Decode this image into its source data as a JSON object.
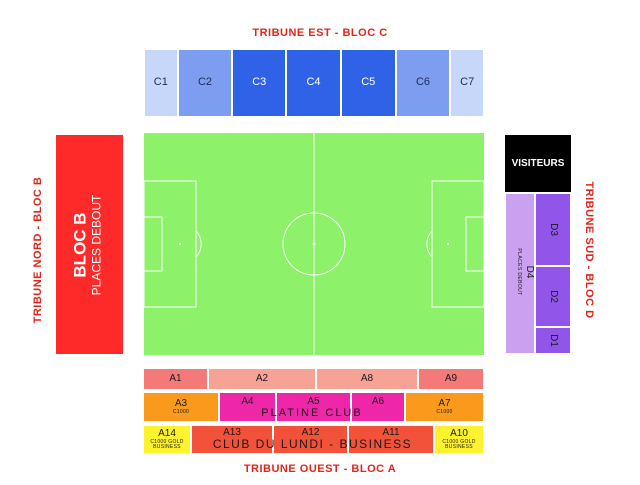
{
  "stands": {
    "east": "TRIBUNE EST  -  BLOC C",
    "west": "TRIBUNE OUEST  -  BLOC A",
    "north": "TRIBUNE NORD  -  BLOC B",
    "south": "TRIBUNE SUD  -  BLOC D"
  },
  "bloc_c": [
    "C1",
    "C2",
    "C3",
    "C4",
    "C5",
    "C6",
    "C7"
  ],
  "bloc_b": {
    "title": "BLOC B",
    "subtitle": "PLACES DEBOUT"
  },
  "visiteurs": "VISITEURS",
  "bloc_d": {
    "d4": "D4",
    "d4_sub": "PLACES DEBOUT",
    "d3": "D3",
    "d2": "D2",
    "d1": "D1"
  },
  "bloc_a": {
    "a1": "A1",
    "a2": "A2",
    "a8": "A8",
    "a9": "A9",
    "a3": "A3",
    "a3_sub": "C1000",
    "a4": "A4",
    "a5": "A5",
    "a6": "A6",
    "a7": "A7",
    "a7_sub": "C1000",
    "platine": "PLATINE CLUB",
    "a14": "A14",
    "a14_sub1": "C1000 GOLD",
    "a14_sub2": "BUSINESS",
    "a13": "A13",
    "a12": "A12",
    "a11": "A11",
    "a10": "A10",
    "a10_sub1": "C1000 GOLD",
    "a10_sub2": "BUSINESS",
    "club": "CLUB DU LUNDI - BUSINESS"
  },
  "colors": {
    "red": "#fe2a2a",
    "pitch": "#8df26a",
    "c_light": "#c7d7f9",
    "c_mid": "#7d9ef0",
    "c_dark": "#2f62e6",
    "black": "#000000",
    "purple_light": "#c9a1f0",
    "purple": "#9255ea",
    "salmon": "#f47a7a",
    "salmon_light": "#f6a295",
    "orange": "#fa9a1c",
    "magenta": "#ed27a8",
    "yellow": "#fcf22d",
    "red_orange": "#f2513a"
  }
}
